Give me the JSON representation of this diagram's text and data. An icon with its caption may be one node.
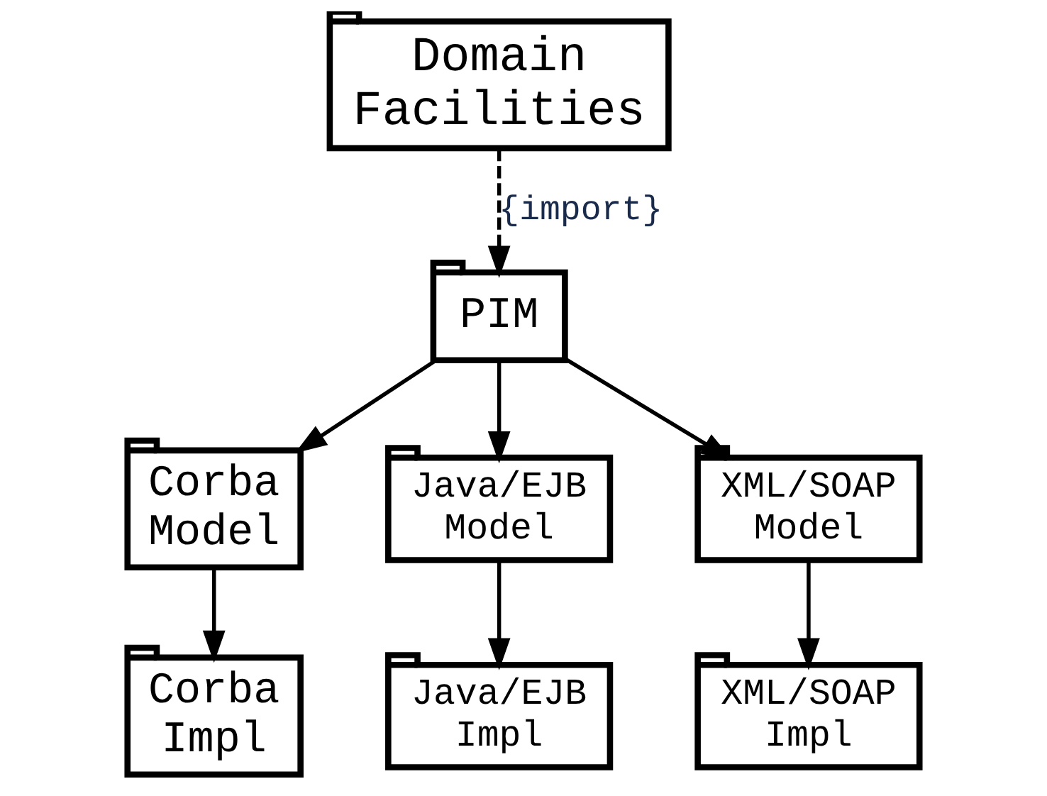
{
  "diagram": {
    "nodes": [
      {
        "text": [
          "Domain Facilities"
        ]
      },
      {
        "text": [
          "PIM"
        ]
      },
      {
        "text": [
          "Corba Model"
        ]
      },
      {
        "text": [
          "Java/EJB Model"
        ]
      },
      {
        "text": [
          "XML/SOAP Model"
        ]
      },
      {
        "text": [
          "Corba Impl"
        ]
      },
      {
        "text": [
          "Java/EJB Impl"
        ]
      },
      {
        "text": [
          "XML/SOAP Impl"
        ]
      }
    ],
    "edges": [
      {
        "from": 0,
        "to": 1,
        "arrow": "to",
        "style": "dashed",
        "label": "{import}"
      },
      {
        "from": 1,
        "to": 2,
        "arrow": "to"
      },
      {
        "from": 1,
        "to": 3,
        "arrow": "to"
      },
      {
        "from": 1,
        "to": 4,
        "arrow": "to"
      },
      {
        "from": 2,
        "to": 5,
        "arrow": "to"
      },
      {
        "from": 3,
        "to": 6,
        "arrow": "to"
      },
      {
        "from": 4,
        "to": 7,
        "arrow": "to"
      }
    ]
  }
}
